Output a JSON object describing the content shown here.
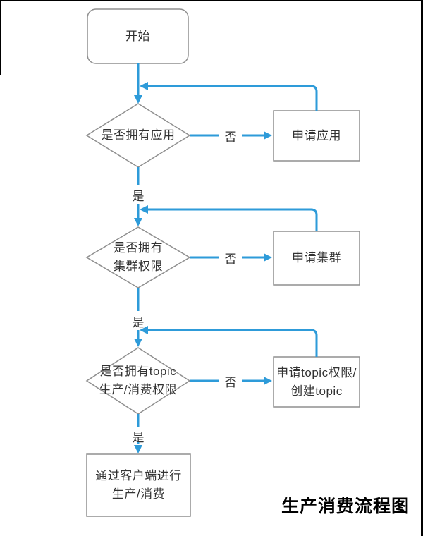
{
  "title": "生产消费流程图",
  "connector_labels": {
    "yes": "是",
    "no": "否"
  },
  "nodes": {
    "start": {
      "label": "开始"
    },
    "decision_app": {
      "label": "是否拥有应用"
    },
    "apply_app": {
      "label": "申请应用"
    },
    "decision_cluster": {
      "label_line1": "是否拥有",
      "label_line2": "集群权限"
    },
    "apply_cluster": {
      "label": "申请集群"
    },
    "decision_topic": {
      "label_line1": "是否拥有topic",
      "label_line2": "生产/消费权限"
    },
    "apply_topic": {
      "label_line1": "申请topic权限/",
      "label_line2": "创建topic"
    },
    "end": {
      "label_line1": "通过客户端进行",
      "label_line2": "生产/消费"
    }
  },
  "colors": {
    "connector": "#2E9BD9",
    "shape_border": "#8F8F8F",
    "text": "#333333",
    "title_text": "#000000"
  }
}
